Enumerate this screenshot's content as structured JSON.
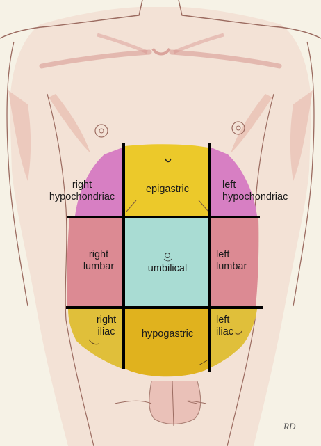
{
  "regions": {
    "right_hypochondriac": {
      "line1": "right",
      "line2": "hypochondriac",
      "color": "#d77fc3"
    },
    "epigastric": {
      "label": "epigastric",
      "color": "#ecc92a"
    },
    "left_hypochondriac": {
      "line1": "left",
      "line2": "hypochondriac",
      "color": "#d77fc3"
    },
    "right_lumbar": {
      "line1": "right",
      "line2": "lumbar",
      "color": "#dc8a93"
    },
    "umbilical": {
      "label": "umbilical",
      "color": "#a9dcd3"
    },
    "left_lumbar": {
      "line1": "left",
      "line2": "lumbar",
      "color": "#dc8a93"
    },
    "right_iliac": {
      "line1": "right",
      "line2": "iliac",
      "color": "#e0bf3a"
    },
    "hypogastric": {
      "label": "hypogastric",
      "color": "#e0b21e"
    },
    "left_iliac": {
      "line1": "left",
      "line2": "iliac",
      "color": "#e0bf3a"
    }
  },
  "artist_initials": "RD",
  "colors": {
    "background": "#f6f2e6",
    "skin": "#e4b7a6",
    "outline": "#9b6b60",
    "grid_line": "#000000"
  }
}
